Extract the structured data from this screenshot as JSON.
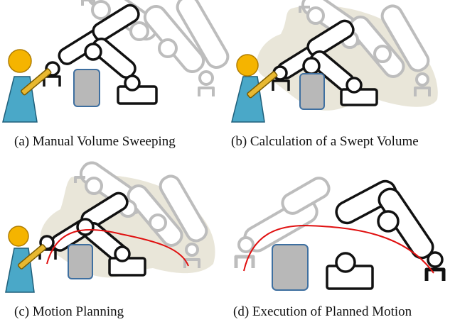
{
  "captions": {
    "a": "(a) Manual Volume Sweeping",
    "b": "(b) Calculation of a Swept Volume",
    "c": "(c) Motion Planning",
    "d": "(d) Execution of Planned Motion"
  },
  "colors": {
    "human_body": "#4aa8c8",
    "human_head": "#f5b400",
    "tool": "#e8b830",
    "obstacle": "#b8b8b8",
    "obstacle_edge": "#3e6fa0",
    "robot_active": "#111111",
    "robot_ghost": "#bdbdbd",
    "swept_volume": "#e9e6d9",
    "planned_path": "#e01010"
  }
}
